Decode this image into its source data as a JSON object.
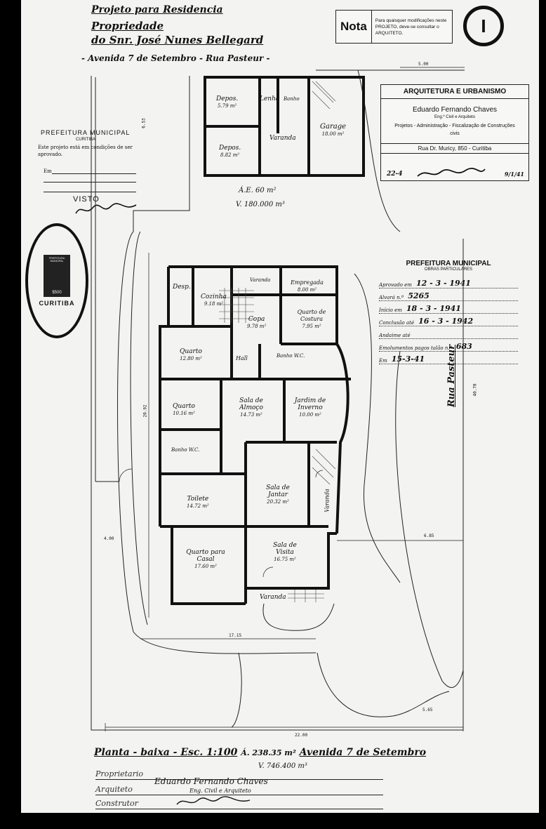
{
  "header": {
    "title_line1": "Projeto para Residencia",
    "title_line2": "Propriedade",
    "title_line3": "do Snr. José Nunes Bellegard",
    "title_line4": "- Avenida 7 de Setembro - Rua Pasteur -"
  },
  "nota": {
    "label": "Nota",
    "text": "Para quaisquer modificações neste PROJETO, deve-se consultar o ARQUITETO."
  },
  "sheet_number": "I",
  "architect_box": {
    "firm": "ARQUITETURA E URBANISMO",
    "name": "Eduardo Fernando Chaves",
    "role": "Eng.º Civil e Arquiteto",
    "services": "Projetos - Administração - Fiscalização de Construções civis",
    "address": "Rua Dr. Muricy, 850 - Curitiba",
    "footer_left": "22-4",
    "footer_right": "9/1/41"
  },
  "prefeitura_left": {
    "title": "PREFEITURA MUNICIPAL",
    "subtitle": "CURITIBA",
    "text": "Este projeto está em condições de ser aprovado.",
    "field_em": "Em",
    "visto": "VISTO"
  },
  "seal": {
    "text": "CURITIBA",
    "inner": "PREFEITURA MUNICIPAL",
    "value": "$500"
  },
  "prefeitura_right": {
    "title": "PREFEITURA MUNICIPAL",
    "subtitle": "OBRAS PARTICULARES",
    "rows": [
      {
        "label": "Aprovado em",
        "value": "12 - 3 - 1941"
      },
      {
        "label": "Alvará n.º",
        "value": "5265"
      },
      {
        "label": "Início em",
        "value": "18 - 3 - 1941"
      },
      {
        "label": "Conclusão até",
        "value": "16 - 3 - 1942"
      },
      {
        "label": "Andaime até",
        "value": ""
      },
      {
        "label": "Emolumentos pagos talão n.º",
        "value": "683"
      },
      {
        "label": "Em",
        "value": "15-3-41"
      }
    ]
  },
  "plan": {
    "annex_rooms": [
      {
        "name": "Depos.",
        "area": "5.79 m²"
      },
      {
        "name": "Depos.",
        "area": "8.82 m²"
      },
      {
        "name": "Lenha",
        "area": ""
      },
      {
        "name": "Banho",
        "area": ""
      },
      {
        "name": "Varanda",
        "area": ""
      },
      {
        "name": "Garage",
        "area": "18.00 m²"
      }
    ],
    "annex_note1": "Á.E. 60 m²",
    "annex_note2": "V. 180.000 m³",
    "rooms": [
      {
        "name": "Desp.",
        "area": ""
      },
      {
        "name": "Cozinha",
        "area": "9.18 m²"
      },
      {
        "name": "Varanda",
        "area": ""
      },
      {
        "name": "Empregada",
        "area": "8.00 m²"
      },
      {
        "name": "Copa",
        "area": "9.78 m²"
      },
      {
        "name": "Quarto de Costura",
        "area": "7.95 m²"
      },
      {
        "name": "Quarto",
        "area": "12.80 m²"
      },
      {
        "name": "Hall",
        "area": ""
      },
      {
        "name": "Banho W.C.",
        "area": ""
      },
      {
        "name": "Quarto",
        "area": "10.16 m²"
      },
      {
        "name": "Sala de Almoço",
        "area": "14.73 m²"
      },
      {
        "name": "Jardim de Inverno",
        "area": "10.00 m²"
      },
      {
        "name": "Banho W.C.",
        "area": ""
      },
      {
        "name": "Toilete",
        "area": "14.72 m²"
      },
      {
        "name": "Sala de Jantar",
        "area": "20.32 m²"
      },
      {
        "name": "Varanda",
        "area": ""
      },
      {
        "name": "Quarto para Casal",
        "area": "17.60 m²"
      },
      {
        "name": "Sala de Visita",
        "area": "16.75 m²"
      },
      {
        "name": "Varanda",
        "area": ""
      }
    ],
    "street_right": "Rua Pasteur",
    "dims": {
      "top": "5.00",
      "total_h": "17.15",
      "bottom": "22.00",
      "right": "6.85",
      "left": "4.00",
      "d1": "20.92",
      "d2": "40.70",
      "d3": "6.53",
      "d4": "5.65"
    }
  },
  "footer": {
    "title": "Planta - baixa - Esc. 1:100",
    "area": "Á. 238.35 m²",
    "volume": "V. 746.400 m³",
    "street": "Avenida 7 de Setembro",
    "label_owner": "Proprietario",
    "label_architect": "Arquiteto",
    "label_builder": "Construtor",
    "architect_signature": "Eduardo Fernando Chaves",
    "architect_title": "Eng. Civil e Arquiteto"
  }
}
